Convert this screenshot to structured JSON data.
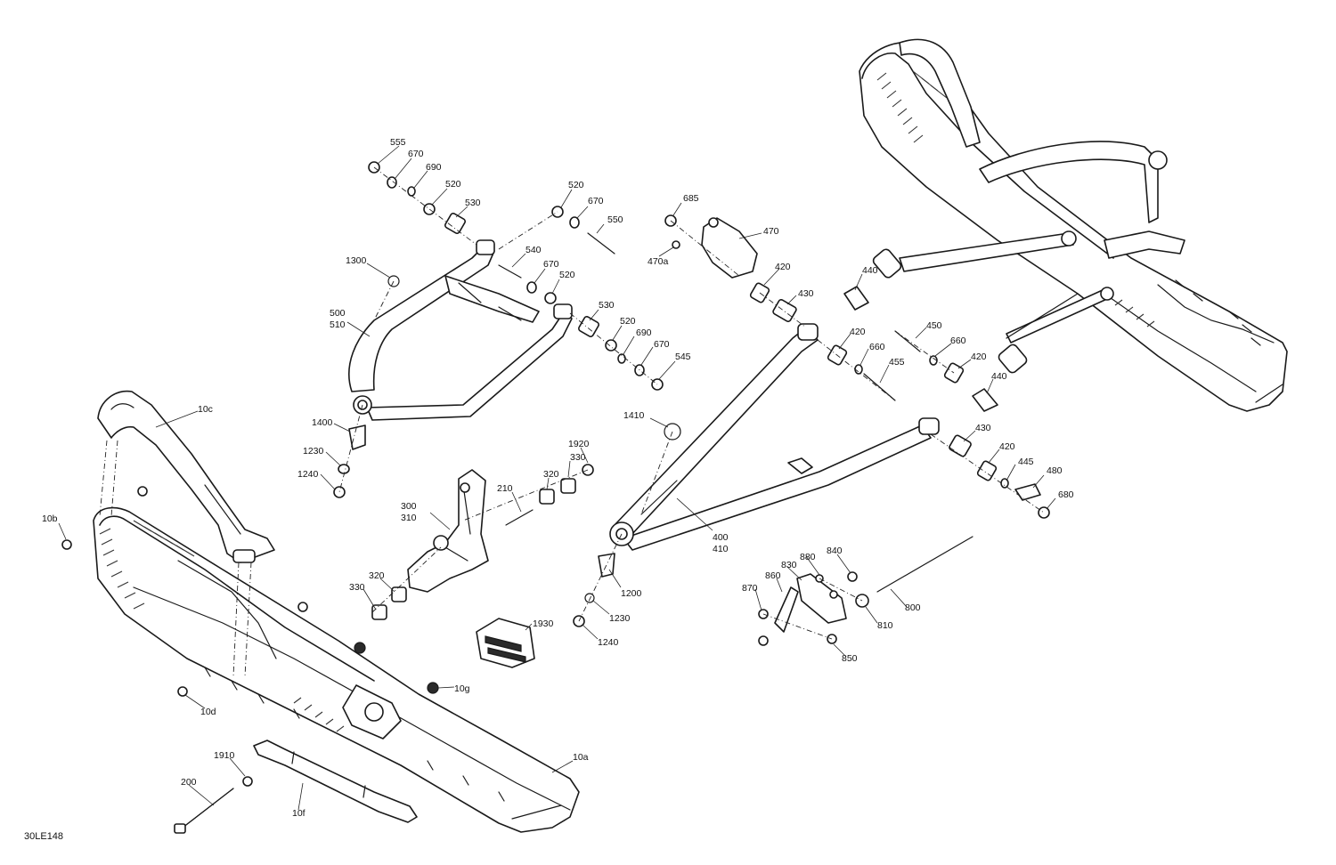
{
  "diagram_code": "30LE148",
  "callouts": [
    {
      "id": "c555",
      "text": "555"
    },
    {
      "id": "c670a",
      "text": "670"
    },
    {
      "id": "c690a",
      "text": "690"
    },
    {
      "id": "c520a",
      "text": "520"
    },
    {
      "id": "c530a",
      "text": "530"
    },
    {
      "id": "c520b",
      "text": "520"
    },
    {
      "id": "c670b",
      "text": "670"
    },
    {
      "id": "c550",
      "text": "550"
    },
    {
      "id": "c540",
      "text": "540"
    },
    {
      "id": "c670c",
      "text": "670"
    },
    {
      "id": "c520c",
      "text": "520"
    },
    {
      "id": "c1300",
      "text": "1300"
    },
    {
      "id": "c500",
      "text": "500"
    },
    {
      "id": "c510",
      "text": "510"
    },
    {
      "id": "c530b",
      "text": "530"
    },
    {
      "id": "c520d",
      "text": "520"
    },
    {
      "id": "c690b",
      "text": "690"
    },
    {
      "id": "c670d",
      "text": "670"
    },
    {
      "id": "c545",
      "text": "545"
    },
    {
      "id": "c1400",
      "text": "1400"
    },
    {
      "id": "c1230a",
      "text": "1230"
    },
    {
      "id": "c1240a",
      "text": "1240"
    },
    {
      "id": "c10c",
      "text": "10c"
    },
    {
      "id": "c10b",
      "text": "10b"
    },
    {
      "id": "c685",
      "text": "685"
    },
    {
      "id": "c470",
      "text": "470"
    },
    {
      "id": "c470a",
      "text": "470a"
    },
    {
      "id": "c420a",
      "text": "420"
    },
    {
      "id": "c430a",
      "text": "430"
    },
    {
      "id": "c440a",
      "text": "440"
    },
    {
      "id": "c420b",
      "text": "420"
    },
    {
      "id": "c450",
      "text": "450"
    },
    {
      "id": "c660a",
      "text": "660"
    },
    {
      "id": "c660b",
      "text": "660"
    },
    {
      "id": "c455",
      "text": "455"
    },
    {
      "id": "c420c",
      "text": "420"
    },
    {
      "id": "c440b",
      "text": "440"
    },
    {
      "id": "c1410",
      "text": "1410"
    },
    {
      "id": "c1920",
      "text": "1920"
    },
    {
      "id": "c330a",
      "text": "330"
    },
    {
      "id": "c320a",
      "text": "320"
    },
    {
      "id": "c210",
      "text": "210"
    },
    {
      "id": "c300",
      "text": "300"
    },
    {
      "id": "c310",
      "text": "310"
    },
    {
      "id": "c430b",
      "text": "430"
    },
    {
      "id": "c420d",
      "text": "420"
    },
    {
      "id": "c445",
      "text": "445"
    },
    {
      "id": "c480",
      "text": "480"
    },
    {
      "id": "c680",
      "text": "680"
    },
    {
      "id": "c400",
      "text": "400"
    },
    {
      "id": "c410",
      "text": "410"
    },
    {
      "id": "c320b",
      "text": "320"
    },
    {
      "id": "c330b",
      "text": "330"
    },
    {
      "id": "c1200",
      "text": "1200"
    },
    {
      "id": "c1230b",
      "text": "1230"
    },
    {
      "id": "c1240b",
      "text": "1240"
    },
    {
      "id": "c1930",
      "text": "1930"
    },
    {
      "id": "c880",
      "text": "880"
    },
    {
      "id": "c840",
      "text": "840"
    },
    {
      "id": "c830",
      "text": "830"
    },
    {
      "id": "c860",
      "text": "860"
    },
    {
      "id": "c870",
      "text": "870"
    },
    {
      "id": "c800",
      "text": "800"
    },
    {
      "id": "c810",
      "text": "810"
    },
    {
      "id": "c850",
      "text": "850"
    },
    {
      "id": "c10g",
      "text": "10g"
    },
    {
      "id": "c10d",
      "text": "10d"
    },
    {
      "id": "c10a",
      "text": "10a"
    },
    {
      "id": "c1910",
      "text": "1910"
    },
    {
      "id": "c200",
      "text": "200"
    },
    {
      "id": "c10f",
      "text": "10f"
    }
  ]
}
